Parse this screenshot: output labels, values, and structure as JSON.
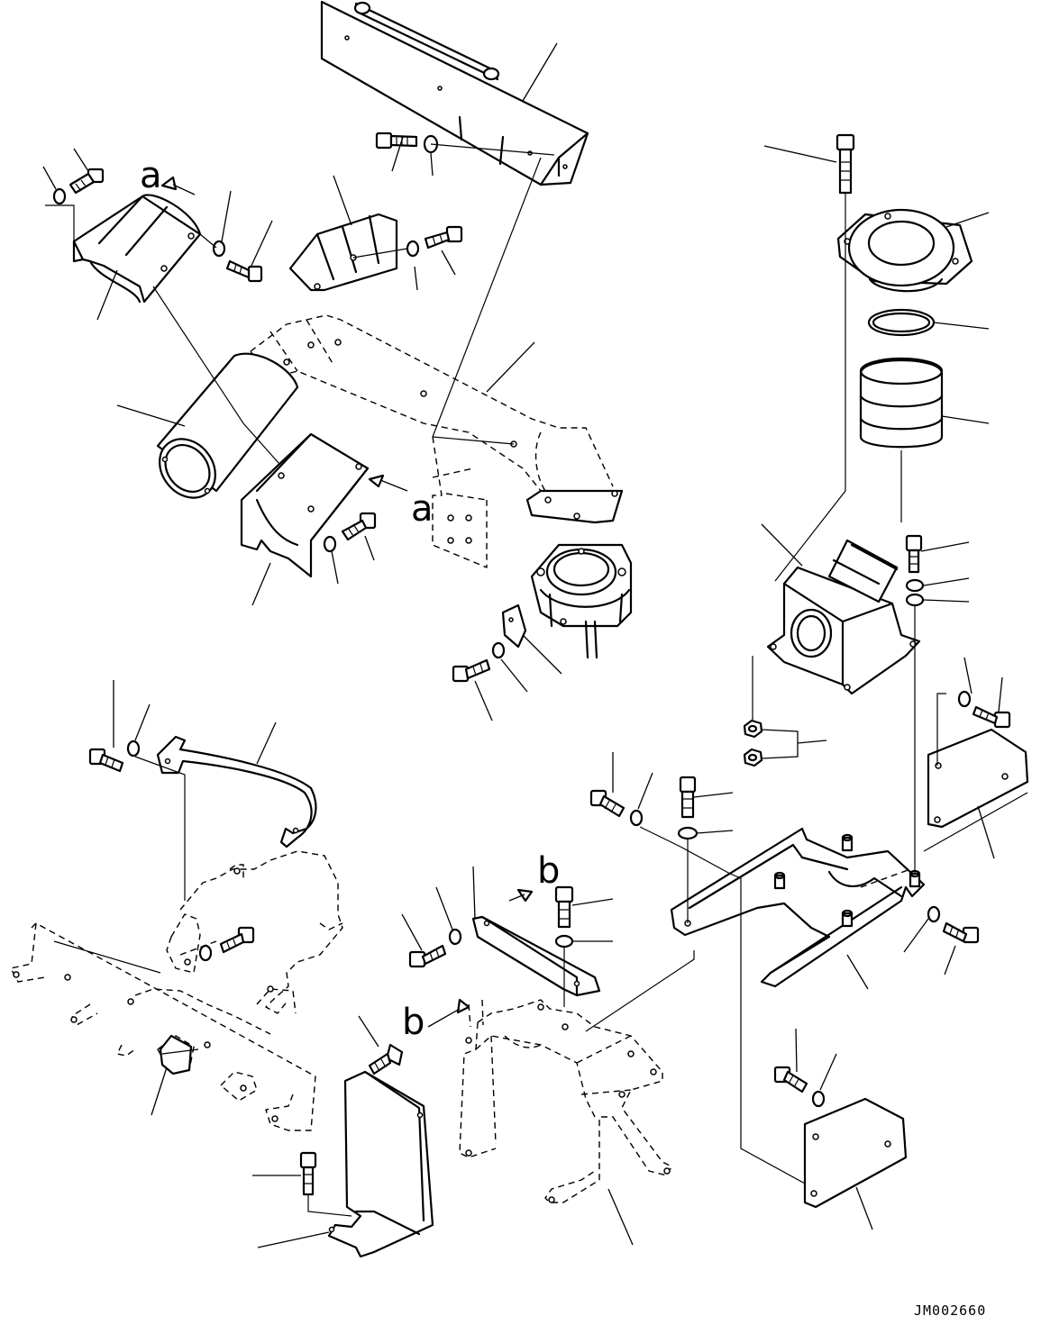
{
  "drawing": {
    "code": "JM002660",
    "view_letters": [
      "a",
      "a",
      "b",
      "b"
    ]
  },
  "colors": {
    "line": "#000000",
    "background": "#ffffff"
  }
}
